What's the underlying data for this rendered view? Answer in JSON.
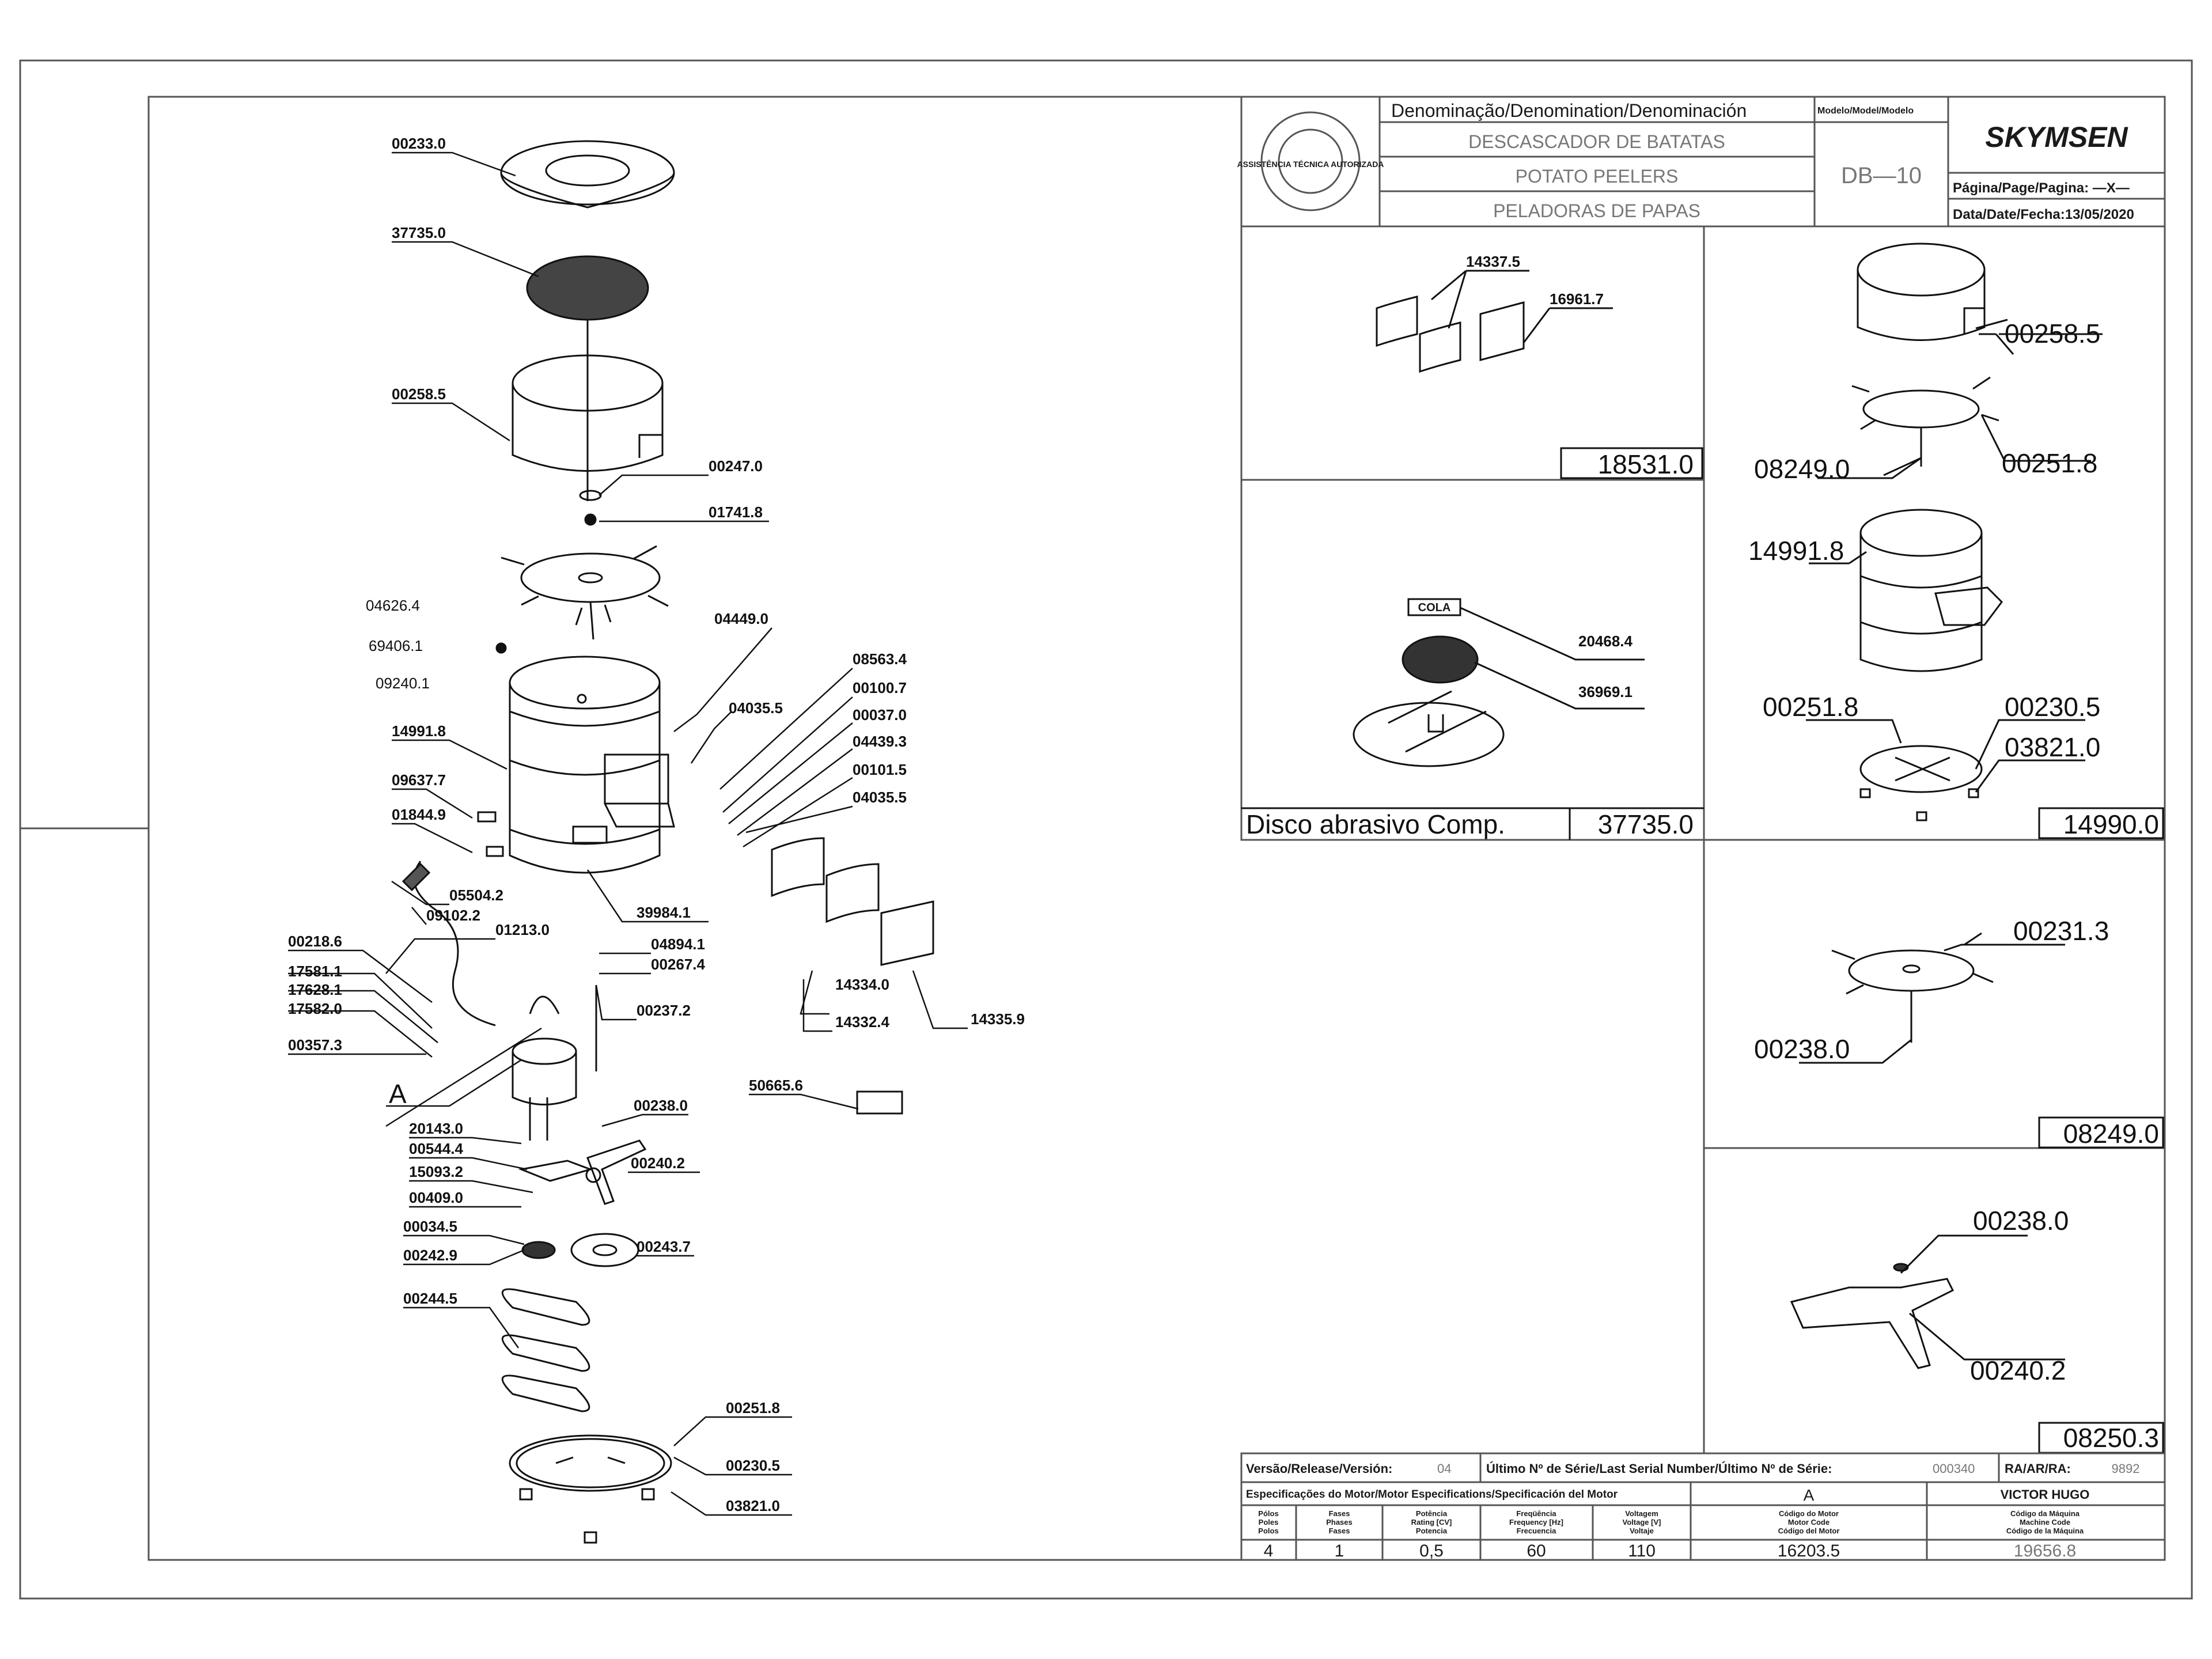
{
  "title_block": {
    "header_denomination": "Denominação/Denomination/Denominación",
    "header_model": "Modelo/Model/Modelo",
    "name_pt": "DESCASCADOR DE BATATAS",
    "name_en": "POTATO PEELERS",
    "name_es": "PELADORAS DE PAPAS",
    "model": "DB—10",
    "brand": "SKYMSEN",
    "page_label": "Página/Page/Pagina: —X—",
    "date_label": "Data/Date/Fecha:13/05/2020",
    "seal_text_top": "ASSISTÊNCIA TÉCNICA AUTORIZADA"
  },
  "main_parts": [
    "00233.0",
    "37735.0",
    "00258.5",
    "00247.0",
    "01741.8",
    "04626.4",
    "69406.1",
    "09240.1",
    "04449.0",
    "08563.4",
    "04035.5",
    "00100.7",
    "00037.0",
    "04439.3",
    "00101.5",
    "04035.5",
    "14991.8",
    "09637.7",
    "01844.9",
    "05504.2",
    "09102.2",
    "01213.0",
    "00218.6",
    "17581.1",
    "17628.1",
    "17582.0",
    "00357.3",
    "39984.1",
    "04894.1",
    "00267.4",
    "00237.2",
    "14334.0",
    "14332.4",
    "14335.9",
    "50665.6",
    "00238.0",
    "20143.0",
    "00544.4",
    "15093.2",
    "00409.0",
    "00240.2",
    "00034.5",
    "00242.9",
    "00243.7",
    "00244.5",
    "00251.8",
    "00230.5",
    "03821.0"
  ],
  "motor_label": "A",
  "kit_18531": {
    "parts": [
      "14337.5",
      "16961.7"
    ],
    "code": "18531.0"
  },
  "kit_37735": {
    "glue": "COLA",
    "parts": [
      "20468.4",
      "36969.1"
    ],
    "title": "Disco abrasivo Comp.",
    "code": "37735.0"
  },
  "kit_14990": {
    "parts": [
      "00258.5",
      "08249.0",
      "00251.8",
      "14991.8",
      "00251.8",
      "00230.5",
      "03821.0"
    ],
    "code": "14990.0"
  },
  "kit_08249": {
    "parts": [
      "00231.3",
      "00238.0"
    ],
    "code": "08249.0"
  },
  "kit_08250": {
    "parts": [
      "00238.0",
      "00240.2"
    ],
    "code": "08250.3"
  },
  "release": {
    "version_label": "Versão/Release/Versión:",
    "version": "04",
    "serial_label": "Último Nº de Série/Last Serial Number/Último Nº de Série:",
    "serial": "000340",
    "ra_label": "RA/AR/RA:",
    "ra": "9892"
  },
  "motor_spec": {
    "heading": "Especificações do Motor/Motor Especifications/Specificación del Motor",
    "motor_letter": "A",
    "technician": "VICTOR HUGO",
    "cols": [
      [
        "Pólos",
        "Poles",
        "Polos"
      ],
      [
        "Fases",
        "Phases",
        "Fases"
      ],
      [
        "Potência",
        "Rating [CV]",
        "Potencia"
      ],
      [
        "Freqüência",
        "Frequency [Hz]",
        "Frecuencia"
      ],
      [
        "Voltagem",
        "Voltage [V]",
        "Voltaje"
      ],
      [
        "Código do Motor",
        "Motor Code",
        "Código del Motor"
      ],
      [
        "Código da Máquina",
        "Machine Code",
        "Código de la Máquina"
      ]
    ],
    "values": [
      "4",
      "1",
      "0,5",
      "60",
      "110",
      "16203.5",
      "19656.8"
    ]
  }
}
